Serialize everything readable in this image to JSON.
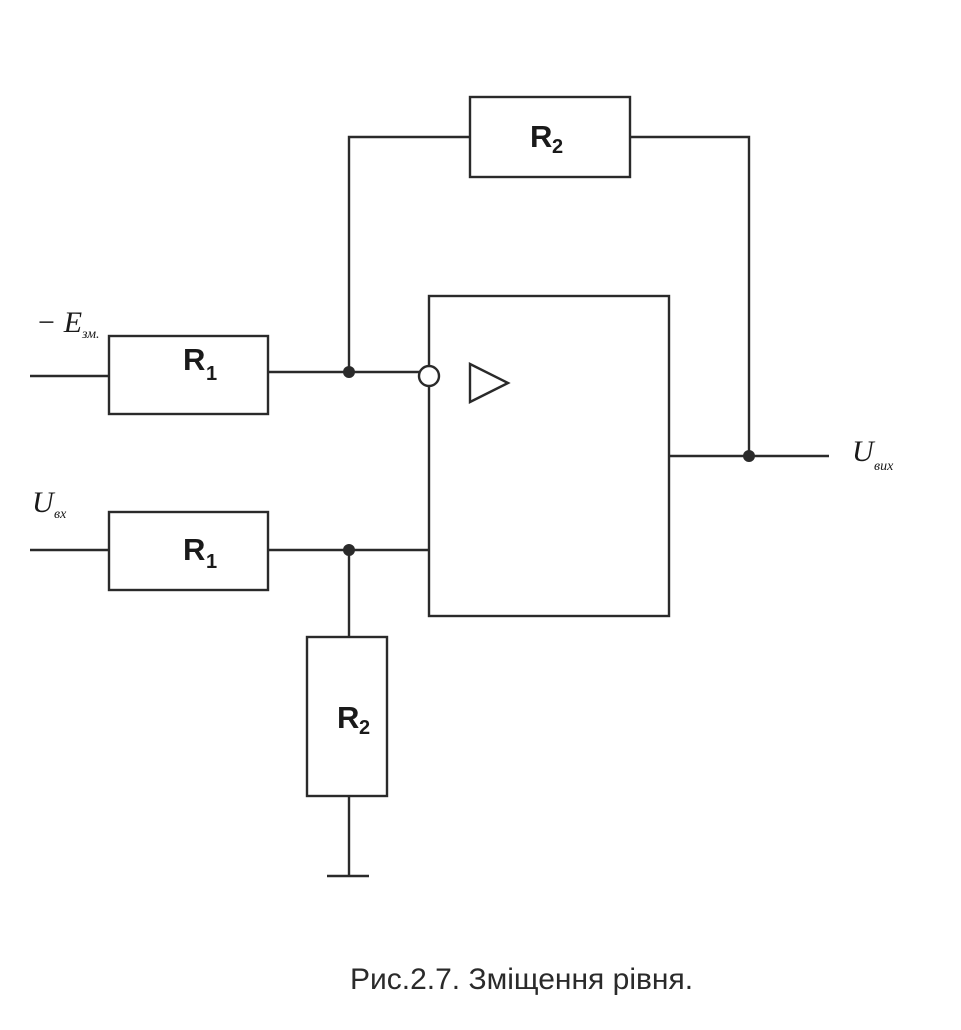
{
  "signals": {
    "bias_input": {
      "main": "− E",
      "sub": "зм."
    },
    "input": {
      "main": "U",
      "sub": "вх"
    },
    "output": {
      "main": "U",
      "sub": "вих"
    }
  },
  "resistors": {
    "r1_top": {
      "letter": "R",
      "index": "1"
    },
    "r1_bottom": {
      "letter": "R",
      "index": "1"
    },
    "r2_feedback": {
      "letter": "R",
      "index": "2"
    },
    "r2_ground": {
      "letter": "R",
      "index": "2"
    }
  },
  "caption": "Рис.2.7. Зміщення рівня."
}
